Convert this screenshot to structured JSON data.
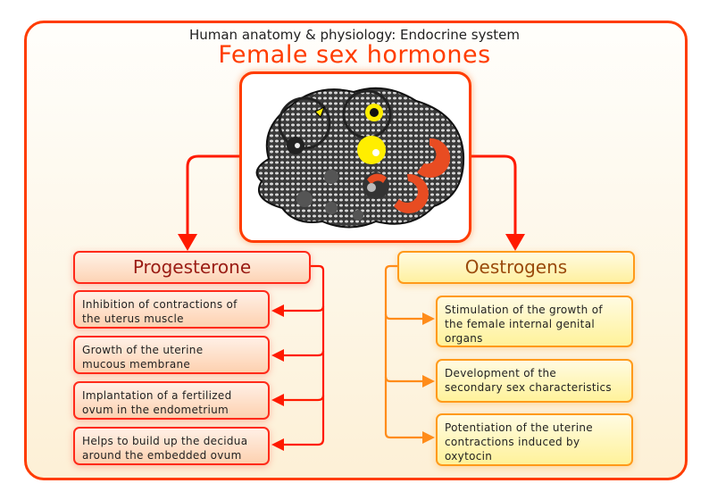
{
  "header": {
    "subtitle": "Human anatomy & physiology: Endocrine system",
    "title": "Female sex hormones"
  },
  "center_image": {
    "icon": "ovary-cross-section-illustration"
  },
  "colors": {
    "frame_border": "#ff3c00",
    "progesterone_accent": "#ff2a1a",
    "oestrogens_accent": "#ff9a1a",
    "title_color": "#ff3c00"
  },
  "progesterone": {
    "label": "Progesterone",
    "items": [
      {
        "line1": "Inhibition of contractions of",
        "line2": "the uterus muscle"
      },
      {
        "line1": "Growth of the uterine",
        "line2": "mucous membrane"
      },
      {
        "line1": "Implantation of a fertilized",
        "line2": "ovum in the endometrium"
      },
      {
        "line1": "Helps to build up the decidua",
        "line2": "around the embedded ovum"
      }
    ]
  },
  "oestrogens": {
    "label": "Oestrogens",
    "items": [
      {
        "line1": "Stimulation of the growth of",
        "line2": "the female internal genital",
        "line3": "organs"
      },
      {
        "line1": "Development of the",
        "line2": "secondary sex characteristics"
      },
      {
        "line1": "Potentiation of the uterine",
        "line2": "contractions induced by",
        "line3": "oxytocin"
      }
    ]
  }
}
